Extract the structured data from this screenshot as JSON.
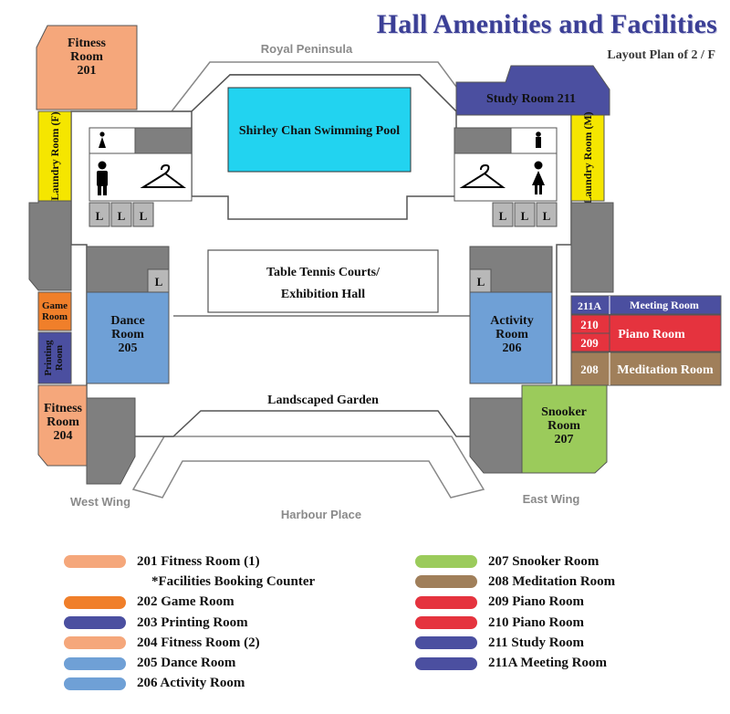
{
  "header": {
    "title": "Hall Amenities and Facilities",
    "subtitle": "Layout Plan of 2 / F"
  },
  "surroundings": {
    "north": "Royal Peninsula",
    "south": "Harbour Place",
    "west": "West Wing",
    "east": "East Wing"
  },
  "rooms": {
    "fitness_201": "Fitness\nRoom\n201",
    "fitness_204": "Fitness\nRoom\n204",
    "laundry_f": "Laundry Room (F)",
    "laundry_m": "Laundry Room (M)",
    "game": "Game\nRoom",
    "printing": "Printing\nRoom",
    "dance": "Dance\nRoom\n205",
    "activity": "Activity\nRoom\n206",
    "pool": "Shirley Chan Swimming Pool",
    "table_tennis": "Table Tennis Courts/\nExhibition Hall",
    "garden": "Landscaped Garden",
    "study": "Study Room 211",
    "meeting_num": "211A",
    "meeting": "Meeting Room",
    "piano_210": "210",
    "piano_209": "209",
    "piano": "Piano Room",
    "meditation_num": "208",
    "meditation": "Meditation Room",
    "snooker": "Snooker\nRoom\n207",
    "locker": "L"
  },
  "colors": {
    "title": "#3b3f96",
    "fitness": "#f5a77b",
    "game": "#f07f2a",
    "printing": "#4b4fa0",
    "dance_activity": "#6fa0d6",
    "snooker": "#9bcb5b",
    "meditation": "#a07f5a",
    "piano": "#e5333e",
    "study_meeting": "#4b4fa0",
    "laundry": "#f5e600",
    "pool": "#22d3f0",
    "stairs": "#7f7f7f",
    "walkway": "#b8b8b8"
  },
  "legend": {
    "left": [
      {
        "label": "201 Fitness Room (1)",
        "color": "#f5a77b"
      },
      {
        "label": "*Facilities Booking Counter",
        "color": ""
      },
      {
        "label": "202 Game Room",
        "color": "#f07f2a"
      },
      {
        "label": "203 Printing Room",
        "color": "#4b4fa0"
      },
      {
        "label": "204 Fitness Room (2)",
        "color": "#f5a77b"
      },
      {
        "label": "205 Dance Room",
        "color": "#6fa0d6"
      },
      {
        "label": "206 Activity Room",
        "color": "#6fa0d6"
      }
    ],
    "right": [
      {
        "label": "207 Snooker Room",
        "color": "#9bcb5b"
      },
      {
        "label": "208 Meditation Room",
        "color": "#a07f5a"
      },
      {
        "label": "209 Piano Room",
        "color": "#e5333e"
      },
      {
        "label": "210 Piano Room",
        "color": "#e5333e"
      },
      {
        "label": "211 Study Room",
        "color": "#4b4fa0"
      },
      {
        "label": "211A Meeting Room",
        "color": "#4b4fa0"
      }
    ]
  }
}
